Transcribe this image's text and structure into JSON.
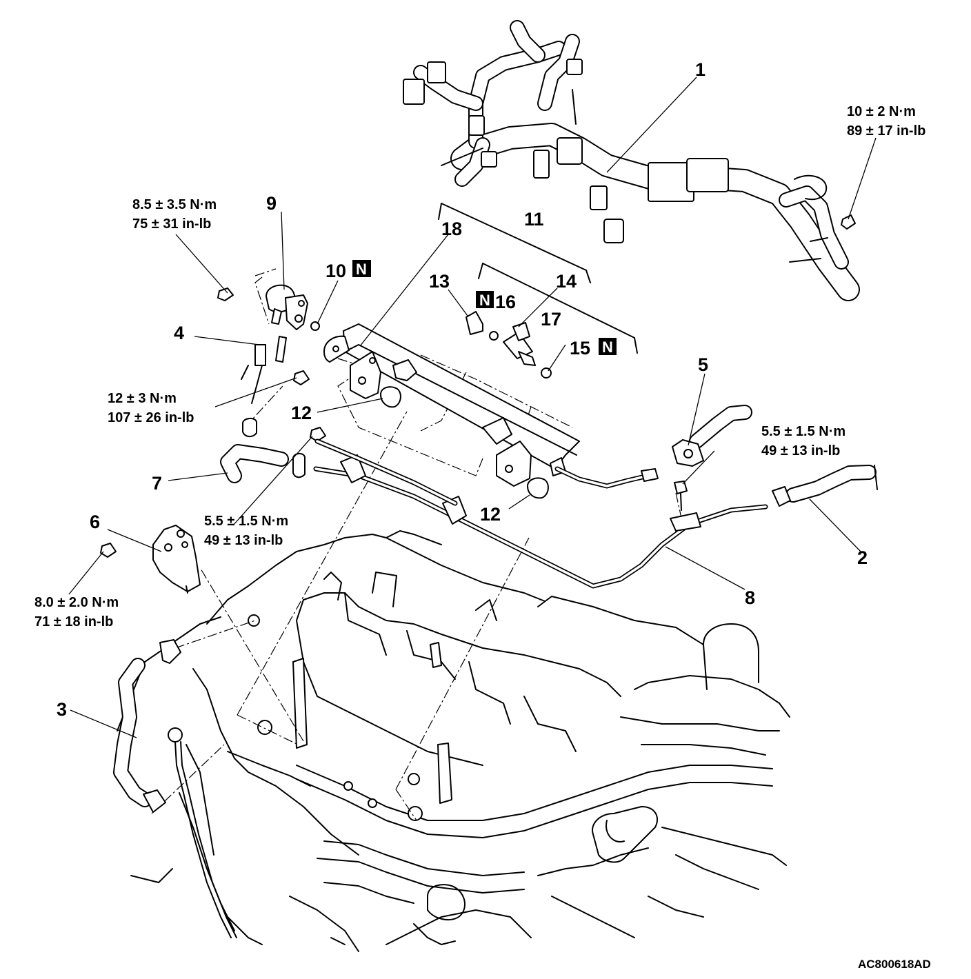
{
  "callouts": {
    "c1": "1",
    "c2": "2",
    "c3": "3",
    "c4": "4",
    "c5": "5",
    "c6": "6",
    "c7": "7",
    "c8": "8",
    "c9": "9",
    "c10": "10",
    "c11": "11",
    "c12a": "12",
    "c12b": "12",
    "c13": "13",
    "c14": "14",
    "c15": "15",
    "c16": "16",
    "c17": "17",
    "c18": "18"
  },
  "new_part_mark": "N",
  "torques": {
    "t1": {
      "nm": "10 ± 2 N·m",
      "inlb": "89 ± 17 in-lb"
    },
    "t2": {
      "nm": "8.5 ± 3.5 N·m",
      "inlb": "75 ± 31 in-lb"
    },
    "t3": {
      "nm": "12 ± 3 N·m",
      "inlb": "107 ± 26 in-lb"
    },
    "t4": {
      "nm": "5.5 ± 1.5 N·m",
      "inlb": "49 ± 13 in-lb"
    },
    "t5": {
      "nm": "5.5 ± 1.5 N·m",
      "inlb": "49 ± 13 in-lb"
    },
    "t6": {
      "nm": "8.0 ± 2.0 N·m",
      "inlb": "71 ± 18 in-lb"
    }
  },
  "drawing_code": "AC800618AD"
}
